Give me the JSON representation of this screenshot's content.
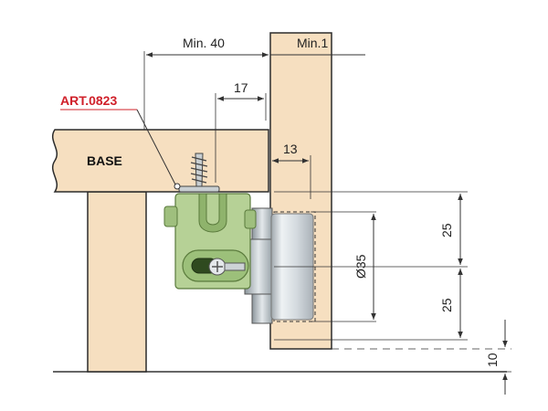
{
  "labels": {
    "base": "BASE",
    "article": "ART.0823",
    "min_40": "Min. 40",
    "min_1": "Min.1",
    "dim_17": "17",
    "dim_13": "13",
    "dim_25_top": "25",
    "dim_25_bottom": "25",
    "dim_diameter": "Ø35",
    "dim_10": "10"
  },
  "colors": {
    "wood": "#f6dfc0",
    "wood_outline": "#2b2b2b",
    "bracket": "#b6d196",
    "bracket_dark": "#8fb36c",
    "hinge_cup": "#dfe5e8",
    "article_text": "#d0202a",
    "dimension_line": "#333333"
  }
}
